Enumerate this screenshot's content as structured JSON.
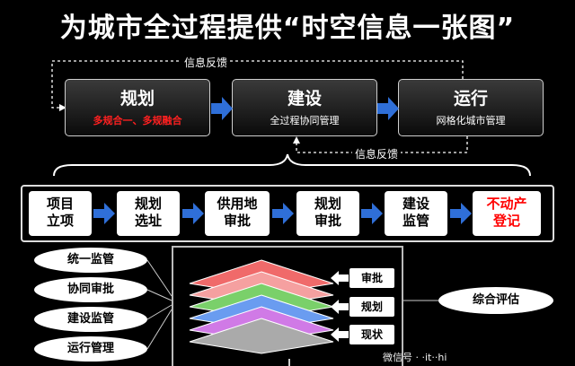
{
  "title": "为城市全过程提供“时空信息一张图”",
  "feedback": {
    "top": "信息反馈",
    "bottom": "信息反馈"
  },
  "stages": [
    {
      "title": "规划",
      "sub": "多规合一、多规融合"
    },
    {
      "title": "建设",
      "sub": "全过程协同管理"
    },
    {
      "title": "运行",
      "sub": "网格化城市管理"
    }
  ],
  "steps": [
    {
      "line1": "项目",
      "line2": "立项"
    },
    {
      "line1": "规划",
      "line2": "选址"
    },
    {
      "line1": "供用地",
      "line2": "审批"
    },
    {
      "line1": "规划",
      "line2": "审批"
    },
    {
      "line1": "建设",
      "line2": "监管"
    },
    {
      "line1": "不动产",
      "line2": "登记"
    }
  ],
  "left_ovals": [
    "统一监管",
    "协同审批",
    "建设监管",
    "运行管理"
  ],
  "right_oval": "综合评估",
  "layer_tags": [
    "审批",
    "规划",
    "现状"
  ],
  "layers": [
    {
      "color": "#f06a6a"
    },
    {
      "color": "#f5a0a0"
    },
    {
      "color": "#7ad06a"
    },
    {
      "color": "#6a9cf0"
    },
    {
      "color": "#d07ae6"
    },
    {
      "color": "#aaaaaa"
    }
  ],
  "watermark": "微信号 · ·it··hi",
  "colors": {
    "arrow": "#2f6fd8",
    "red_text": "#ff2020"
  }
}
